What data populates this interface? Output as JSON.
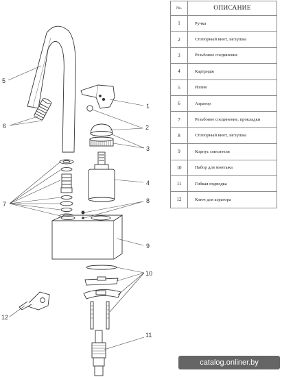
{
  "table": {
    "header_no": "No.",
    "header_desc": "ОПИСАНИЕ",
    "rows": [
      {
        "num": "1",
        "desc": "Ручка"
      },
      {
        "num": "2",
        "desc": "Стопорный винт, заглушка"
      },
      {
        "num": "3",
        "desc": "Резьбовое соединение"
      },
      {
        "num": "4",
        "desc": "Картридж"
      },
      {
        "num": "5",
        "desc": "Излив"
      },
      {
        "num": "6",
        "desc": "Аэратор"
      },
      {
        "num": "7",
        "desc": "Резьбовое соединение, прокладки"
      },
      {
        "num": "8",
        "desc": "Стопорный винт, заглушка"
      },
      {
        "num": "9",
        "desc": "Корпус смесителя"
      },
      {
        "num": "10",
        "desc": "Набор для монтажа"
      },
      {
        "num": "11",
        "desc": "Гибкая подводка"
      },
      {
        "num": "12",
        "desc": "Ключ для аэратора"
      }
    ]
  },
  "callouts": {
    "c1": "1",
    "c2": "2",
    "c3": "3",
    "c4": "4",
    "c5": "5",
    "c6": "6",
    "c7": "7",
    "c8": "8",
    "c9": "9",
    "c10": "10",
    "c11": "11",
    "c12": "12"
  },
  "watermark": "catalog.onliner.by"
}
